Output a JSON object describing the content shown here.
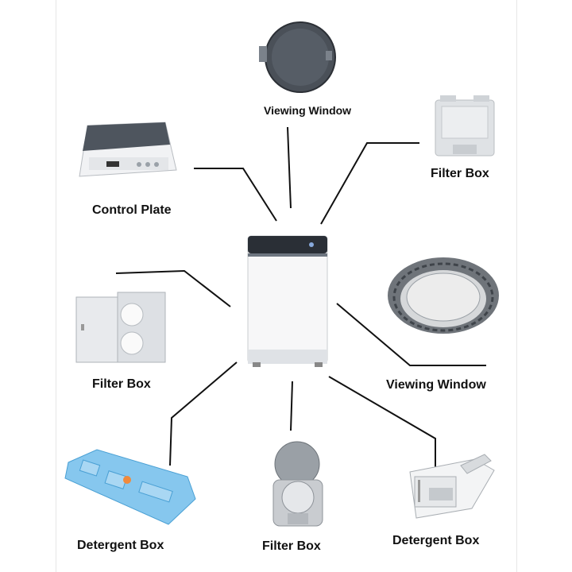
{
  "labels": {
    "viewing_window_top": "Viewing Window",
    "filter_box_top_right": "Filter Box",
    "control_plate": "Control Plate",
    "filter_box_left": "Filter Box",
    "viewing_window_right": "Viewing Window",
    "detergent_box_left": "Detergent Box",
    "filter_box_bottom": "Filter Box",
    "detergent_box_right": "Detergent Box"
  },
  "colors": {
    "line": "#111111",
    "panel_gray": "#d9dcdf",
    "accent_blue": "#7fc3ea",
    "dark_window": "#4a5058"
  }
}
